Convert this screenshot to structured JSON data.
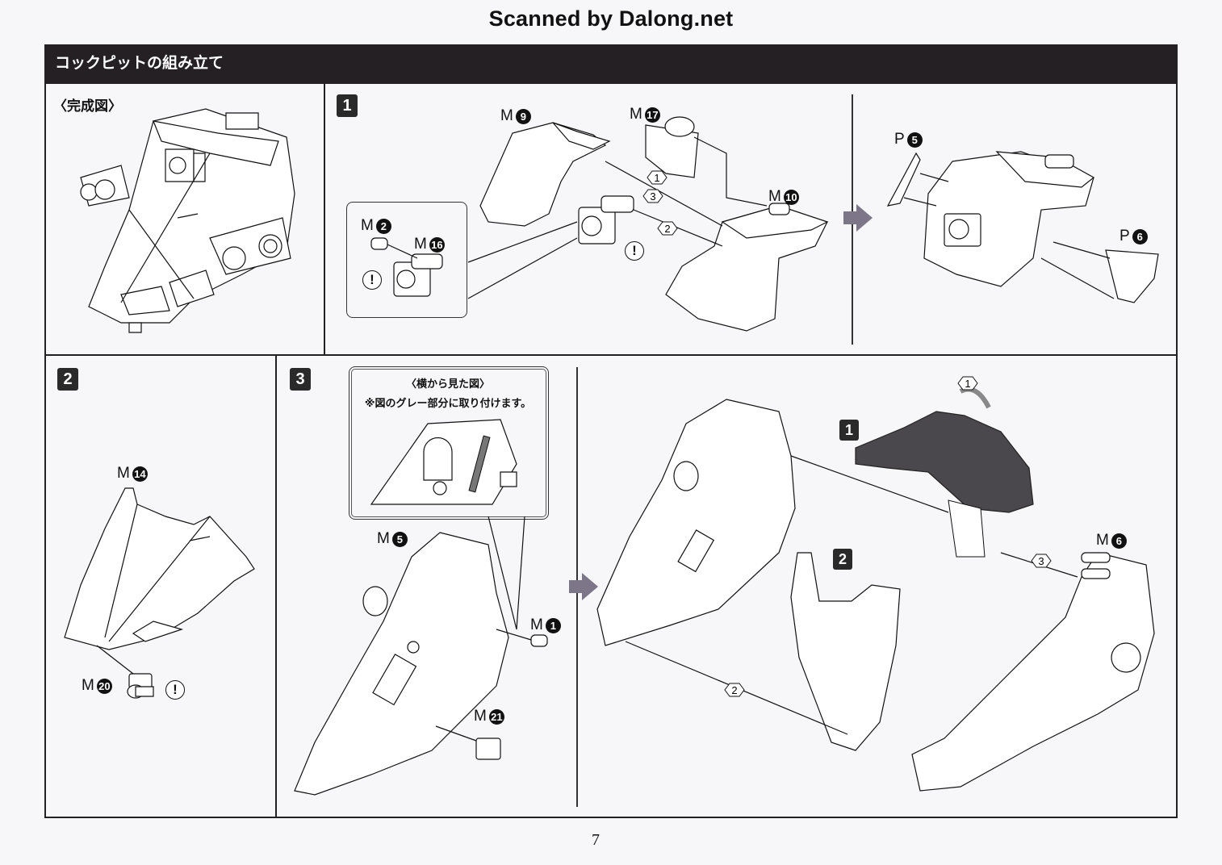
{
  "watermark": "Scanned by Dalong.net",
  "section": {
    "title": "コックピットの組み立て"
  },
  "panels": {
    "complete": {
      "label": "〈完成図〉"
    },
    "step1": {
      "badge": "1",
      "parts": [
        {
          "sprue": "M",
          "num": "9"
        },
        {
          "sprue": "M",
          "num": "17"
        },
        {
          "sprue": "M",
          "num": "10"
        },
        {
          "sprue": "M",
          "num": "2"
        },
        {
          "sprue": "M",
          "num": "16"
        }
      ],
      "order_markers": [
        "1",
        "2",
        "3"
      ],
      "caution_mark": "!",
      "result_parts": [
        {
          "sprue": "P",
          "num": "5"
        },
        {
          "sprue": "P",
          "num": "6"
        }
      ]
    },
    "step2": {
      "badge": "2",
      "parts": [
        {
          "sprue": "M",
          "num": "14"
        },
        {
          "sprue": "M",
          "num": "20"
        }
      ],
      "caution_mark": "!"
    },
    "step3": {
      "badge": "3",
      "note_title": "〈横から見た図〉",
      "note_text": "※図のグレー部分に取り付けます。",
      "parts": [
        {
          "sprue": "M",
          "num": "5"
        },
        {
          "sprue": "M",
          "num": "1"
        },
        {
          "sprue": "M",
          "num": "21"
        }
      ]
    },
    "final": {
      "sub_badges": [
        "1",
        "2"
      ],
      "parts": [
        {
          "sprue": "M",
          "num": "6"
        }
      ],
      "order_markers": [
        "1",
        "2",
        "3"
      ]
    }
  },
  "page_number": "7"
}
